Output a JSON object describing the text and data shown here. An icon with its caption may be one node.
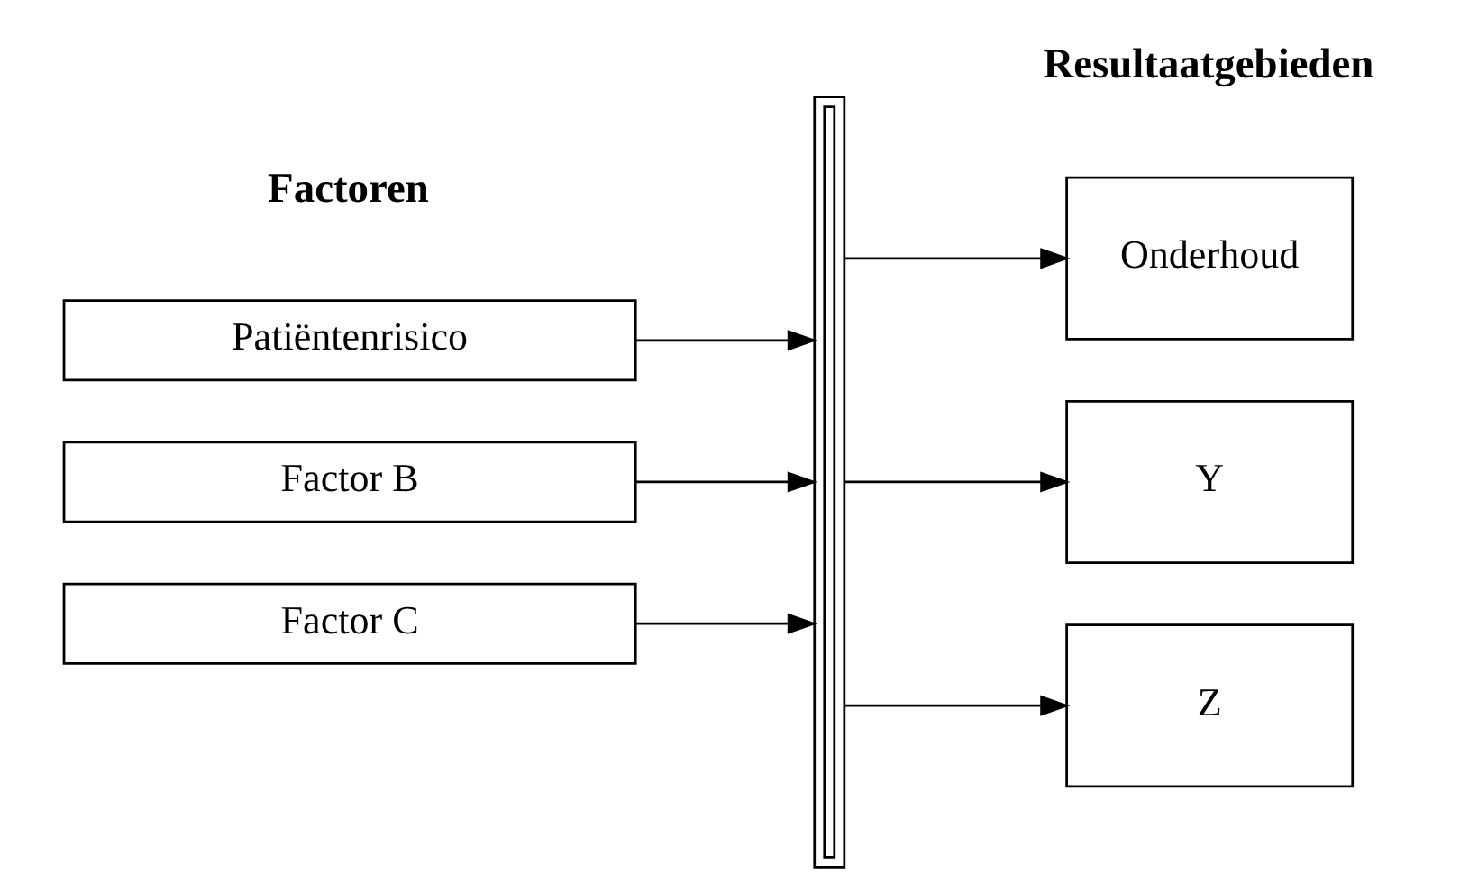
{
  "diagram": {
    "nodes": [
      {
        "text": [
          "Patiëntenrisico"
        ]
      },
      {
        "text": [
          "Factor B"
        ]
      },
      {
        "text": [
          "Factor C"
        ]
      },
      {
        "text": [],
        "shape": "bar"
      },
      {
        "text": [
          "Onderhoud"
        ]
      },
      {
        "text": [
          "Y"
        ]
      },
      {
        "text": [
          "Z"
        ]
      }
    ],
    "edges": [
      {
        "from": 0,
        "to": 3,
        "arrow": "to"
      },
      {
        "from": 1,
        "to": 3,
        "arrow": "to"
      },
      {
        "from": 2,
        "to": 3,
        "arrow": "to"
      },
      {
        "from": 3,
        "to": 4,
        "arrow": "to"
      },
      {
        "from": 3,
        "to": 5,
        "arrow": "to"
      },
      {
        "from": 3,
        "to": 6,
        "arrow": "to"
      }
    ],
    "labels": [
      "Factoren",
      "Resultaatgebieden"
    ]
  }
}
